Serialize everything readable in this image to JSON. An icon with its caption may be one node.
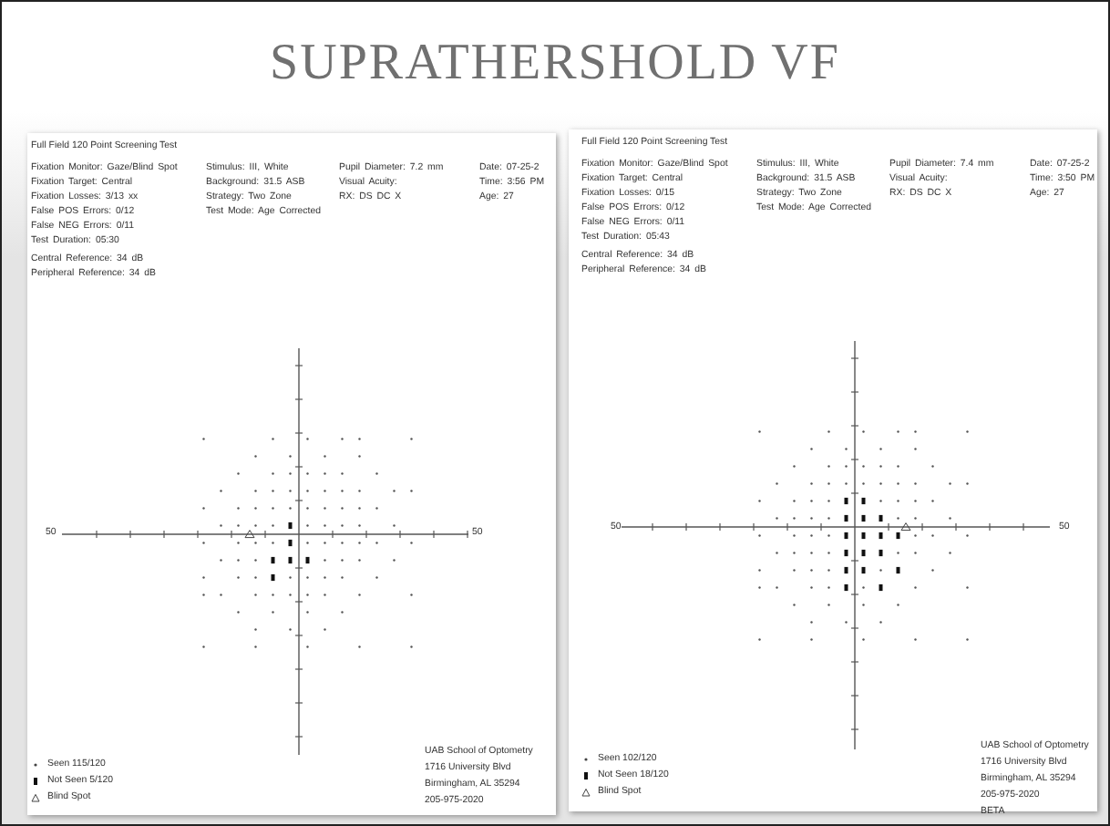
{
  "diagram": {
    "title": "SUPRATHERSHOLD VF",
    "labels": [
      "Full Field 120 Point Screening Test",
      "Fixation Monitor: Gaze/Blind Spot",
      "Fixation Target: Central",
      "Fixation Losses: 3/13 xx",
      "False POS Errors: 0/12",
      "False NEG Errors: 0/11",
      "Test Duration: 05:30",
      "Central Reference: 34 dB",
      "Peripheral Reference: 34 dB",
      "Stimulus: III, White",
      "Background: 31.5 ASB",
      "Strategy: Two Zone",
      "Test Mode: Age Corrected",
      "Pupil Diameter: 7.2 mm",
      "Visual Acuity:",
      "RX: DS DC X",
      "Date: 07-25-2",
      "Time: 3:56 PM",
      "Age: 27",
      "50",
      "50",
      "UAB School of Optometry",
      "1716 University Blvd",
      "Birmingham, AL 35294",
      "205-975-2020",
      "Full Field 120 Point Screening Test",
      "Fixation Monitor: Gaze/Blind Spot",
      "Fixation Target: Central",
      "Fixation Losses: 0/15",
      "False POS Errors: 0/12",
      "False NEG Errors: 0/11",
      "Test Duration: 05:43",
      "Central Reference: 34 dB",
      "Peripheral Reference: 34 dB",
      "Stimulus: III, White",
      "Background: 31.5 ASB",
      "Strategy: Two Zone",
      "Test Mode: Age Corrected",
      "Pupil Diameter: 7.4 mm",
      "Visual Acuity:",
      "RX: DS DC X",
      "Date: 07-25-2",
      "Time: 3:50 PM",
      "Age: 27",
      "50",
      "50",
      "UAB School of Optometry",
      "1716 University Blvd",
      "Birmingham, AL 35294",
      "205-975-2020",
      "BETA"
    ],
    "legend": [
      {
        "text": "Seen 115/120"
      },
      {
        "text": "Not Seen 5/120"
      },
      {
        "text": "Blind Spot"
      },
      {
        "text": "Seen 102/120"
      },
      {
        "text": "Not Seen 18/120"
      },
      {
        "text": "Blind Spot"
      }
    ]
  }
}
